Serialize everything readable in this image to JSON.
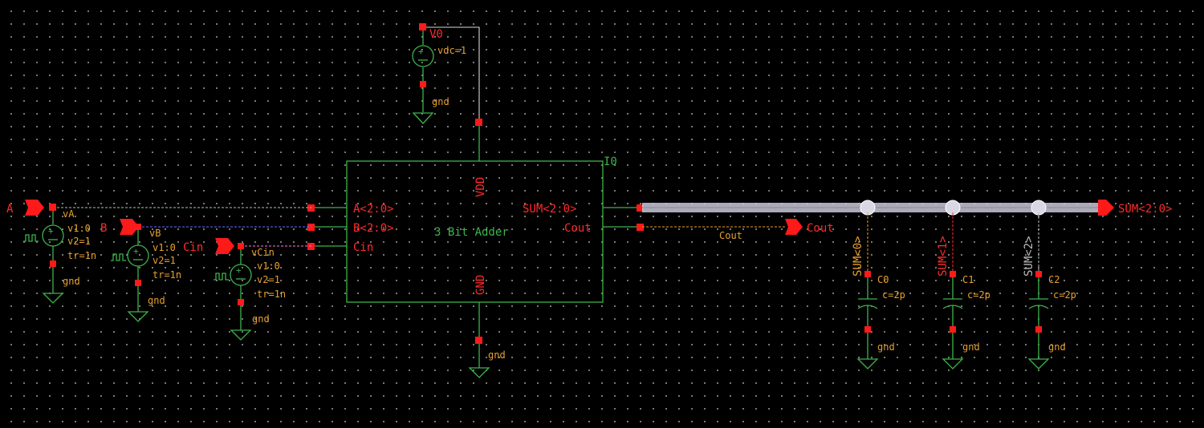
{
  "supply": {
    "name": "V0",
    "param": "vdc=1",
    "gnd_label": "gnd"
  },
  "block": {
    "instance": "I0",
    "title": "3 Bit Adder",
    "pins": {
      "vdd": "VDD",
      "gnd": "GND",
      "a": "A<2:0>",
      "b": "B<2:0>",
      "cin": "Cin",
      "sum": "SUM<2:0>",
      "cout": "Cout"
    },
    "gnd_label": "gnd"
  },
  "inputs": [
    {
      "pin": "A",
      "source": "vA",
      "v1": "v1:0",
      "v2": "v2=1",
      "tr": "tr=1n",
      "gnd": "gnd"
    },
    {
      "pin": "B",
      "source": "vB",
      "v1": "v1:0",
      "v2": "v2=1",
      "tr": "tr=1n",
      "gnd": "gnd"
    },
    {
      "pin": "Cin",
      "source": "vCin",
      "v1": "v1:0",
      "v2": "v2=1",
      "tr": "tr=1n",
      "gnd": "gnd"
    }
  ],
  "outputs": {
    "sum_pin": "SUM<2:0>",
    "cout_pin": "Cout",
    "cout_wire_label": "Cout"
  },
  "loads": [
    {
      "net": "SUM<0>",
      "name": "C0",
      "value": "c=2p",
      "gnd": "gnd"
    },
    {
      "net": "SUM<1>",
      "name": "C1",
      "value": "c=2p",
      "gnd": "gnd"
    },
    {
      "net": "SUM<2>",
      "name": "C2",
      "value": "c=2p",
      "gnd": "gnd"
    }
  ],
  "colors": {
    "background": "#000000",
    "symbol": "#3cb44b",
    "pin": "#ff1a1a",
    "wire": "#d8d8d8",
    "bus": "#c8c8d8",
    "net_a": "#9ccfa0",
    "net_b": "#6a6aff",
    "net_cin": "#ff7ad9",
    "net_cout": "#e8a030",
    "net_sum0": "#e8a030",
    "net_sum1": "#ff3030",
    "net_sum2": "#bbbbbb"
  }
}
